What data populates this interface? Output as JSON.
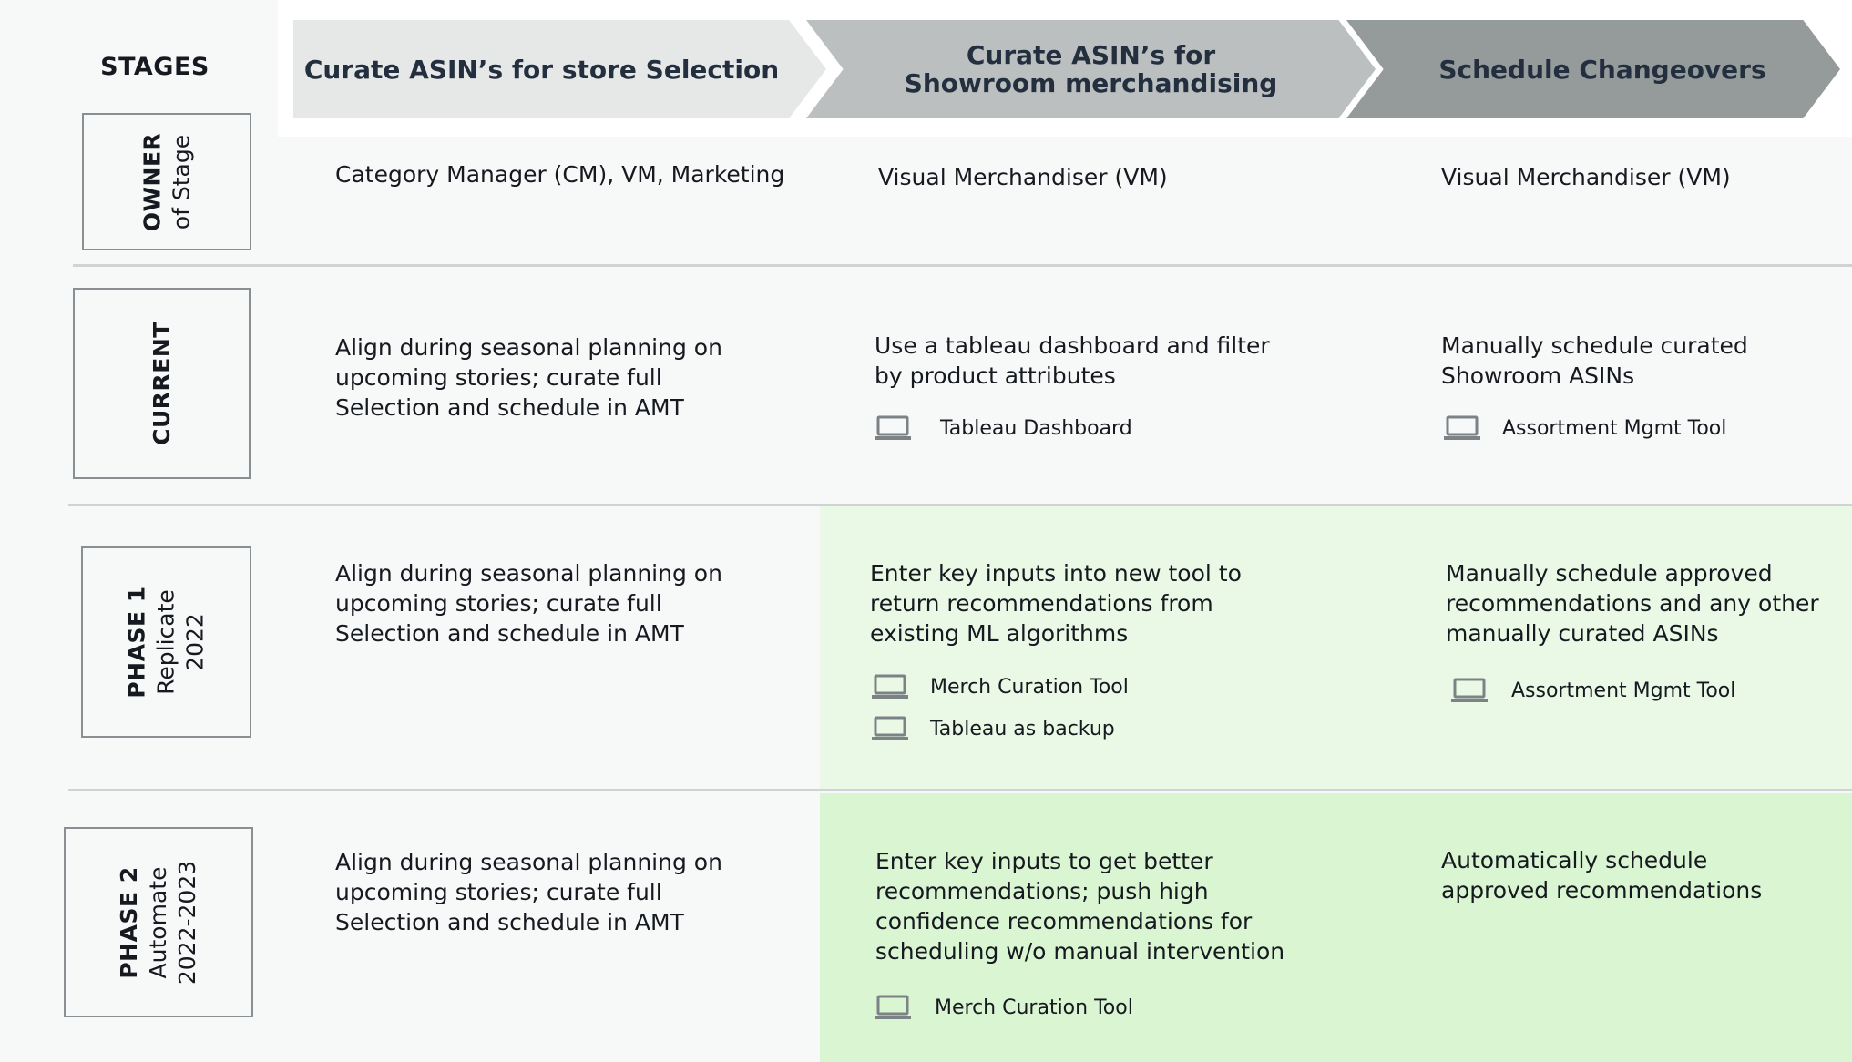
{
  "stages_label": "STAGES",
  "stages": [
    {
      "label": "Curate ASIN’s for store Selection"
    },
    {
      "label_line1": "Curate ASIN’s for",
      "label_line2": "Showroom merchandising"
    },
    {
      "label": "Schedule Changeovers"
    }
  ],
  "rows": {
    "owner": {
      "title": "OWNER",
      "subtitle": "of Stage",
      "cells": [
        "Category Manager (CM), VM, Marketing",
        "Visual Merchandiser (VM)",
        "Visual Merchandiser (VM)"
      ]
    },
    "current": {
      "title": "CURRENT",
      "cells": [
        {
          "text": [
            "Align during seasonal planning on",
            "upcoming stories; curate full",
            "Selection and schedule in AMT"
          ]
        },
        {
          "text": [
            "Use a tableau dashboard and filter",
            "by product attributes"
          ],
          "tools": [
            "Tableau Dashboard"
          ]
        },
        {
          "text": [
            "Manually schedule curated",
            "Showroom ASINs"
          ],
          "tools": [
            "Assortment Mgmt Tool"
          ]
        }
      ]
    },
    "phase1": {
      "title": "PHASE 1",
      "subtitle1": "Replicate",
      "subtitle2": "2022",
      "cells": [
        {
          "text": [
            "Align during seasonal planning on",
            "upcoming stories; curate full",
            "Selection and schedule in AMT"
          ]
        },
        {
          "text": [
            "Enter key inputs into new tool to",
            "return recommendations from",
            "existing ML algorithms"
          ],
          "tools": [
            "Merch Curation Tool",
            "Tableau as backup"
          ]
        },
        {
          "text": [
            "Manually schedule approved",
            "recommendations and any other",
            "manually curated ASINs"
          ],
          "tools": [
            "Assortment Mgmt Tool"
          ]
        }
      ]
    },
    "phase2": {
      "title": "PHASE 2",
      "subtitle1": "Automate",
      "subtitle2": "2022-2023",
      "cells": [
        {
          "text": [
            "Align during seasonal planning on",
            "upcoming stories; curate full",
            "Selection and schedule in AMT"
          ]
        },
        {
          "text": [
            "Enter key inputs to get better",
            "recommendations; push high",
            "confidence recommendations for",
            "scheduling w/o manual intervention"
          ],
          "tools": [
            "Merch Curation Tool"
          ]
        },
        {
          "text": [
            "Automatically schedule",
            "approved recommendations"
          ]
        }
      ]
    }
  },
  "icons": {
    "tool": "laptop-icon"
  },
  "colors": {
    "stage1": "#e6e7e7",
    "stage2": "#bbbfbf",
    "stage3": "#959a9a",
    "phase1_highlight": "#e9f9e6",
    "phase2_highlight": "#d9f5d2"
  }
}
